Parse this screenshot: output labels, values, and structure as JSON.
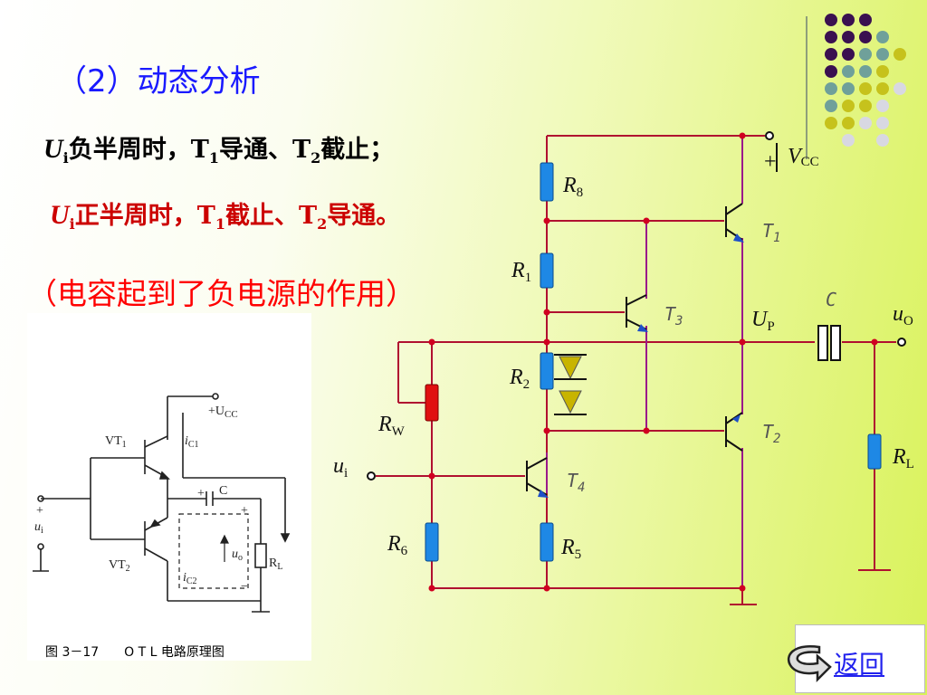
{
  "slide": {
    "heading": "（2）动态分析",
    "line1": {
      "u": "U",
      "u_sub": "i",
      "t1": "负半周时，T",
      "s1": "1",
      "t2": "导通、T",
      "s2": "2",
      "t3": "截止；"
    },
    "line2": {
      "u": "U",
      "u_sub": "i",
      "t1": "正半周时，T",
      "s1": "1",
      "t2": "截止、T",
      "s2": "2",
      "t3": "导通。"
    },
    "line3": "（电容起到了负电源的作用）"
  },
  "small_circuit": {
    "ucc": "+U",
    "ucc_sub": "CC",
    "vt1": "VT",
    "vt1_sub": "1",
    "vt2": "VT",
    "vt2_sub": "2",
    "ic1": "i",
    "ic1_sub": "C1",
    "ic2": "i",
    "ic2_sub": "C2",
    "cap": "C",
    "plus": "+",
    "minus": "−",
    "ui": "u",
    "ui_sub": "i",
    "uo": "u",
    "uo_sub": "o",
    "rl": "R",
    "rl_sub": "L",
    "caption": "图 3－17　　O T L 电路原理图"
  },
  "main_circuit": {
    "vcc": "V",
    "vcc_sub": "CC",
    "vcc_plus": "+",
    "r8": "R",
    "r8_sub": "8",
    "r1": "R",
    "r1_sub": "1",
    "r2": "R",
    "r2_sub": "2",
    "rw": "R",
    "rw_sub": "W",
    "r6": "R",
    "r6_sub": "6",
    "r5": "R",
    "r5_sub": "5",
    "rl": "R",
    "rl_sub": "L",
    "t1": "T",
    "t1_sub": "1",
    "t2": "T",
    "t2_sub": "2",
    "t3": "T",
    "t3_sub": "3",
    "t4": "T",
    "t4_sub": "4",
    "c": "C",
    "up": "U",
    "up_sub": "P",
    "uo": "u",
    "uo_sub": "O",
    "ui": "u",
    "ui_sub": "i"
  },
  "nav": {
    "back_label": "返回"
  },
  "colors": {
    "resistor": "#1e88e5",
    "rw": "#e01010",
    "diode": "#c8b400",
    "wire_red": "#b01030",
    "wire_purple": "#9a1a8a",
    "heading": "#1a1aff",
    "dot_dark": "#3a1050",
    "dot_teal": "#6fa09a",
    "dot_olive": "#c6c21c",
    "dot_light": "#d8d8e2"
  }
}
